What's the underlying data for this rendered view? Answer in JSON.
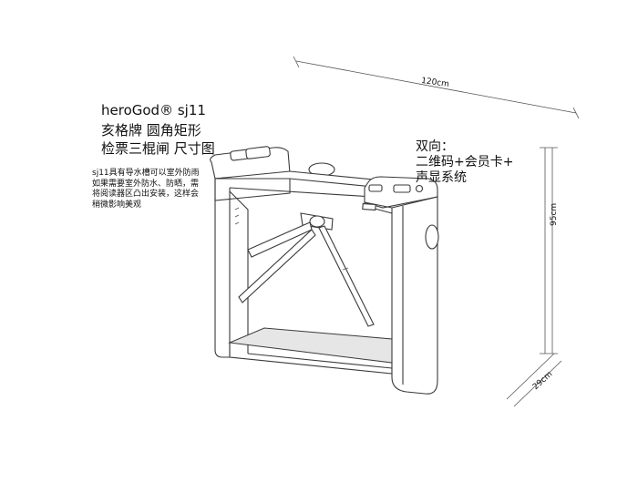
{
  "title": {
    "line1": "heroGod® sj11",
    "line2": "亥格牌 圆角矩形",
    "line3": "检票三棍闸 尺寸图"
  },
  "note": [
    "sj11具有导水槽可以室外防雨",
    "如果需要室外防水、防晒，需",
    "将阅读器区凸出安装，这样会",
    "稍微影响美观"
  ],
  "features": {
    "line1": "双向：",
    "line2": "二维码+会员卡+",
    "line3": "声显系统"
  },
  "dimensions": {
    "width": "120cm",
    "height": "95cm",
    "depth": "29cm"
  },
  "colors": {
    "line": "#3a3a3a",
    "background": "#ffffff"
  }
}
